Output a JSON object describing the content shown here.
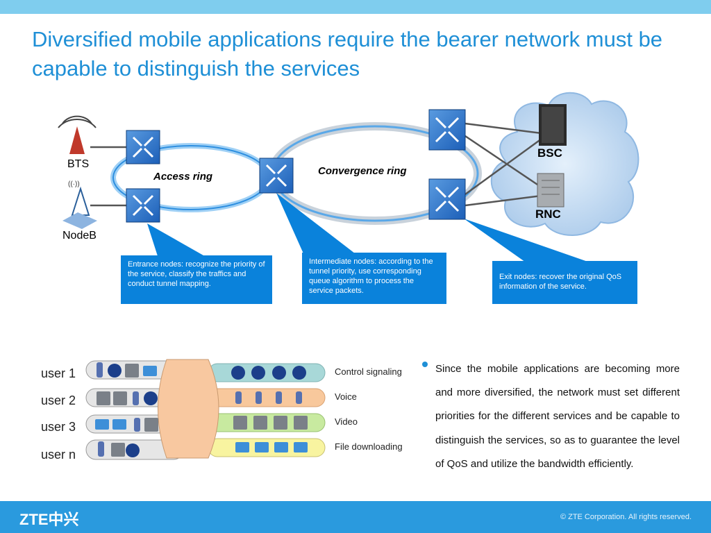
{
  "title": "Diversified mobile applications require the bearer network must be capable to distinguish the services",
  "network": {
    "bts": "BTS",
    "nodeb": "NodeB",
    "access_ring": "Access ring",
    "convergence_ring": "Convergence ring",
    "bsc": "BSC",
    "rnc": "RNC"
  },
  "callouts": {
    "entrance": "Entrance nodes: recognize the priority of the service, classify the traffics and conduct tunnel mapping.",
    "intermediate": "Intermediate nodes: according to the tunnel priority, use corresponding queue algorithm to process the service packets.",
    "exit": "Exit nodes: recover the original QoS information of the service."
  },
  "users": [
    "user 1",
    "user 2",
    "user 3",
    "user n"
  ],
  "services": [
    "Control signaling",
    "Voice",
    "Video",
    "File downloading"
  ],
  "bullet": "Since the mobile applications are becoming more and more diversified, the network must set different priorities for the different services and be capable to distinguish the services, so as to guarantee the level of QoS and utilize the bandwidth efficiently.",
  "footer": {
    "logo": "ZTE中兴",
    "copyright": "© ZTE Corporation. All rights reserved."
  },
  "colors": {
    "title": "#1e8fd6",
    "callout": "#0a82db",
    "footer": "#2a9ade",
    "control_pipe": "#a8d8d8",
    "voice_pipe": "#f8c89c",
    "video_pipe": "#c8eaa0",
    "file_pipe": "#f8f4a0"
  }
}
